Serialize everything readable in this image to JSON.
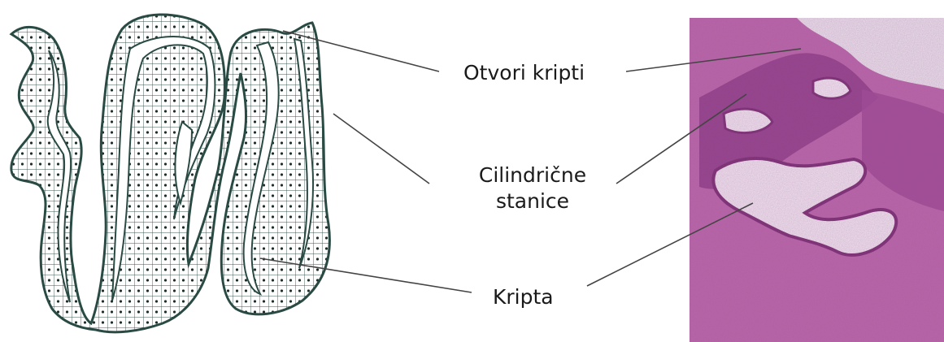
{
  "labels": {
    "openings": "Otvori kripti",
    "cells_line1": "Cilindrične",
    "cells_line2": "stanice",
    "crypt": "Kripta"
  },
  "colors": {
    "outline": "#2a4a44",
    "cell_line": "#3a5650",
    "nucleus": "#1e2e2b",
    "leader_line": "#444444",
    "tissue_stroma": "#b867a8",
    "tissue_dark": "#8e3f86",
    "tissue_lumen": "#efe6ee"
  },
  "images": {
    "left": "crypt-epithelium-drawing",
    "right": "histology-micrograph"
  }
}
